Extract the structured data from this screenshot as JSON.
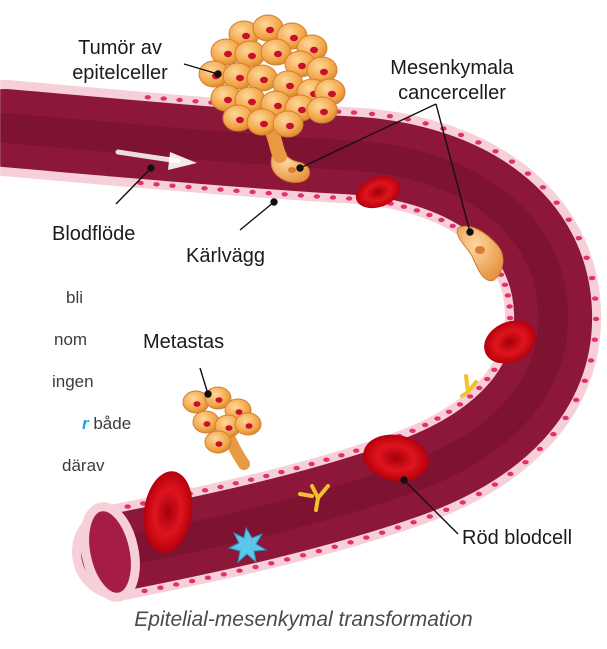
{
  "labels": {
    "tumor_line1": "Tumör av",
    "tumor_line2": "epitelceller",
    "mesenchymal_line1": "Mesenkymala",
    "mesenchymal_line2": "cancerceller",
    "bloodflow": "Blodflöde",
    "vessel_wall": "Kärlvägg",
    "metastasis": "Metastas",
    "red_blood_cell": "Röd blodcell"
  },
  "body_text_fragments": [
    {
      "text": "bli"
    },
    {
      "text": "nom"
    },
    {
      "text": "ingen"
    },
    {
      "emph": "r",
      "text": " både"
    },
    {
      "text": "därav"
    }
  ],
  "caption": "Epitelial-mesenkymal transformation",
  "colors": {
    "vessel_lumen": "#8c1738",
    "vessel_wall": "#f6cfd8",
    "wall_cells": "#e2316a",
    "red_blood_cell": "#e0141e",
    "tumor_cell": "#f2a545",
    "mesenchymal_cell": "#f3a85a",
    "antibody": "#f2c22e",
    "white_cell": "#5cc5ea",
    "emphasis": "#1ea4d8"
  }
}
